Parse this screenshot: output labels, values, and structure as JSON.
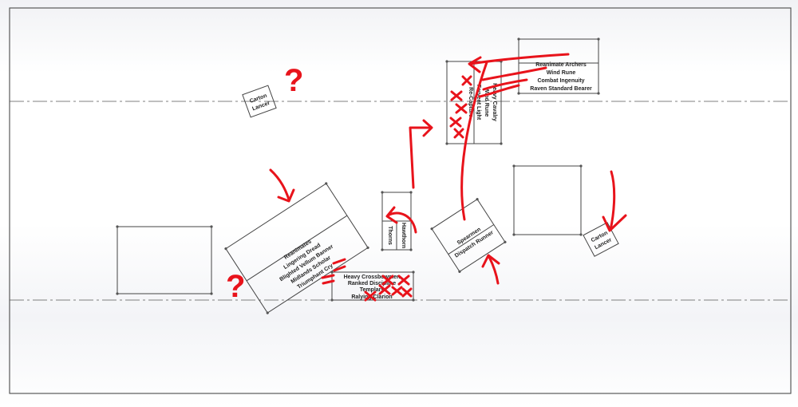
{
  "sketch": {
    "parts": {
      "carton_lancer_a": [
        "Carton",
        "Lancer"
      ],
      "reanimate_box": [
        "Reanimate Archers",
        "Wind Rune",
        "Combat Ingenuity",
        "Raven Standard Bearer"
      ],
      "vertical_box": [
        "Heavy Cavalry",
        "Wind Rune",
        "Fervent Light",
        "Re-Capture"
      ],
      "reanimates_box": [
        "Reanimates",
        "Lingering Dread",
        "Blighted Vellum Banner",
        "Midlands Scholar",
        "Triumphant Cry"
      ],
      "hawthorn_box": [
        "Hawthorn",
        "Thorns"
      ],
      "heavy_box": [
        "Heavy Crossbowmen",
        "Ranked Discipline",
        "Templars",
        "Ralying Clarion"
      ],
      "spearmen_box": [
        "Spearmen",
        "Dispatch Runner"
      ],
      "carton_lancer_b": [
        "Carton",
        "Lancer"
      ]
    },
    "markup": {
      "question_mark": "?",
      "crossout": "x"
    },
    "colors": {
      "ink": "#e8131b",
      "line": "#444444"
    }
  }
}
